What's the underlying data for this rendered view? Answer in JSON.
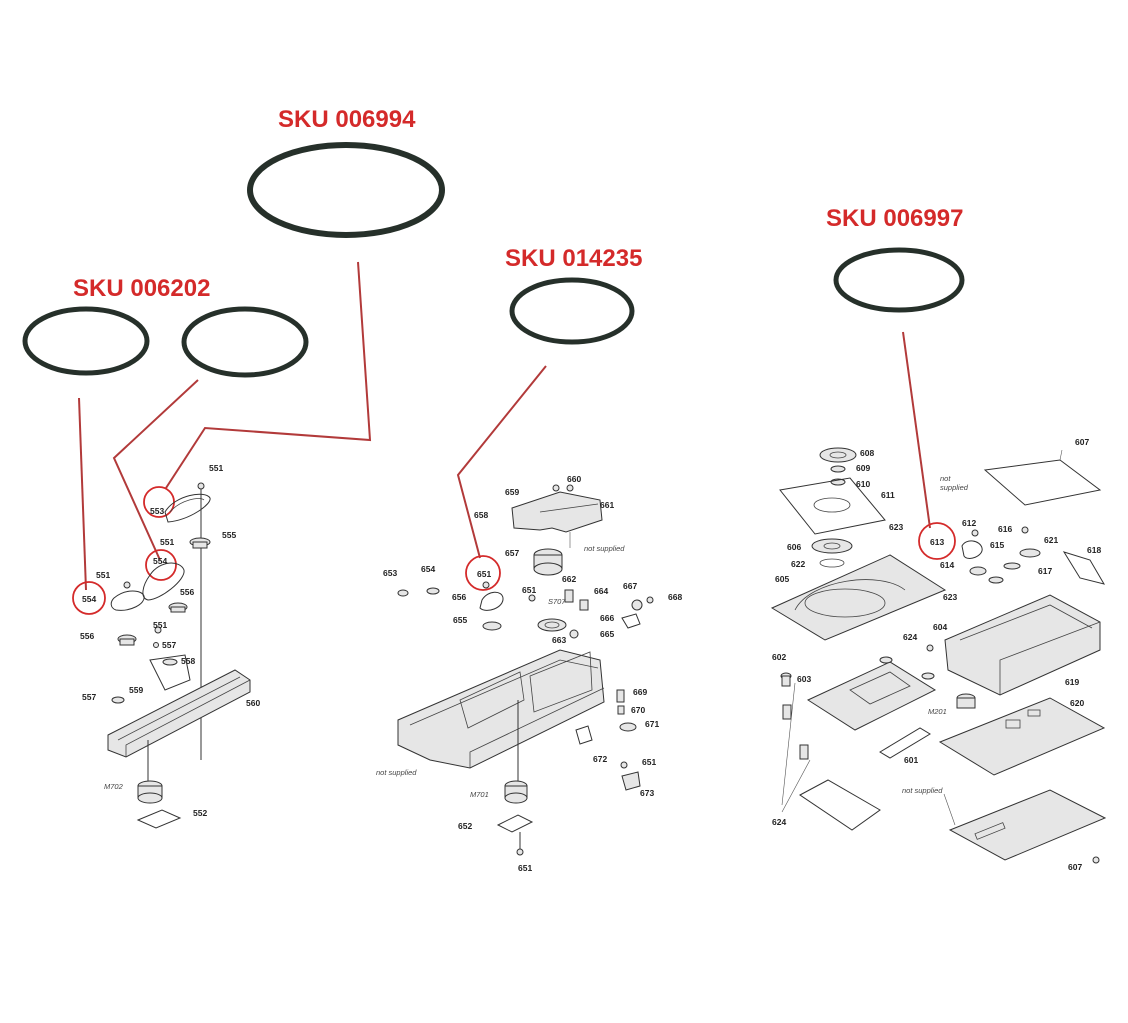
{
  "colors": {
    "accent_red": "#d42a2a",
    "callout_line": "#b23a3a",
    "belt": "#26302a",
    "ink": "#333333"
  },
  "sku_labels": {
    "sku_006994": "SKU 006994",
    "sku_006202": "SKU 006202",
    "sku_014235": "SKU 014235",
    "sku_006997": "SKU 006997"
  },
  "notes": {
    "not_supplied": "not supplied",
    "not_supplied_line1": "not",
    "not_supplied_line2": "supplied"
  },
  "assembly_left": {
    "parts": [
      "551",
      "553",
      "555",
      "551",
      "554",
      "551",
      "554",
      "556",
      "556",
      "551",
      "557",
      "558",
      "559",
      "557",
      "560",
      "552"
    ],
    "motor": "M702"
  },
  "assembly_middle": {
    "parts": [
      "660",
      "659",
      "661",
      "658",
      "657",
      "651",
      "653",
      "654",
      "662",
      "664",
      "667",
      "668",
      "651",
      "656",
      "655",
      "663",
      "665",
      "666",
      "669",
      "670",
      "671",
      "672",
      "651",
      "673",
      "652",
      "651"
    ],
    "switch": "S707",
    "motor": "M701"
  },
  "assembly_right": {
    "parts": [
      "608",
      "609",
      "610",
      "611",
      "607",
      "612",
      "613",
      "616",
      "621",
      "618",
      "606",
      "622",
      "623",
      "614",
      "615",
      "617",
      "605",
      "623",
      "624",
      "604",
      "602",
      "603",
      "619",
      "601",
      "620",
      "624",
      "607"
    ],
    "motor": "M201"
  }
}
